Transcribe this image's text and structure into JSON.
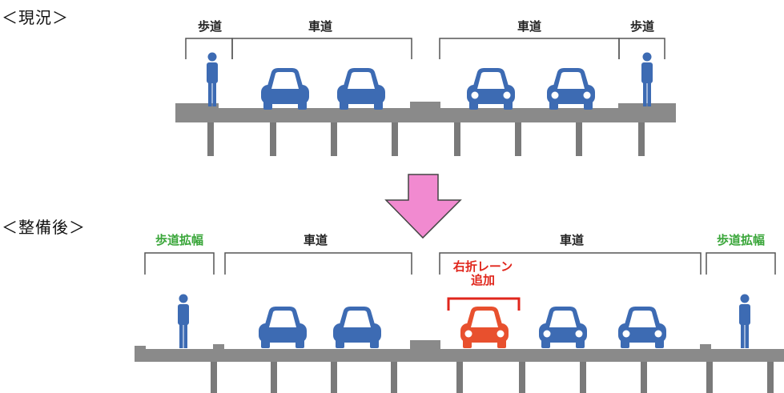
{
  "current": {
    "heading": "＜現況＞",
    "labels": {
      "sidewalk_left": "歩道",
      "roadway_left": "車道",
      "roadway_right": "車道",
      "sidewalk_right": "歩道"
    }
  },
  "after": {
    "heading": "＜整備後＞",
    "labels": {
      "sidewalk_widen_left": "歩道拡幅",
      "roadway_left": "車道",
      "roadway_right": "車道",
      "sidewalk_widen_right": "歩道拡幅",
      "right_turn_line1": "右折レーン",
      "right_turn_line2": "追加"
    }
  },
  "colors": {
    "deck": "#8a8a8a",
    "pillar": "#7a7a7a",
    "car": "#3d6bb3",
    "car_new": "#e8502e",
    "person": "#3d6bb3",
    "arrow": "#f18ad0",
    "bracket": "#555555",
    "highlight": "#e0261c",
    "green": "#3aa63a"
  }
}
